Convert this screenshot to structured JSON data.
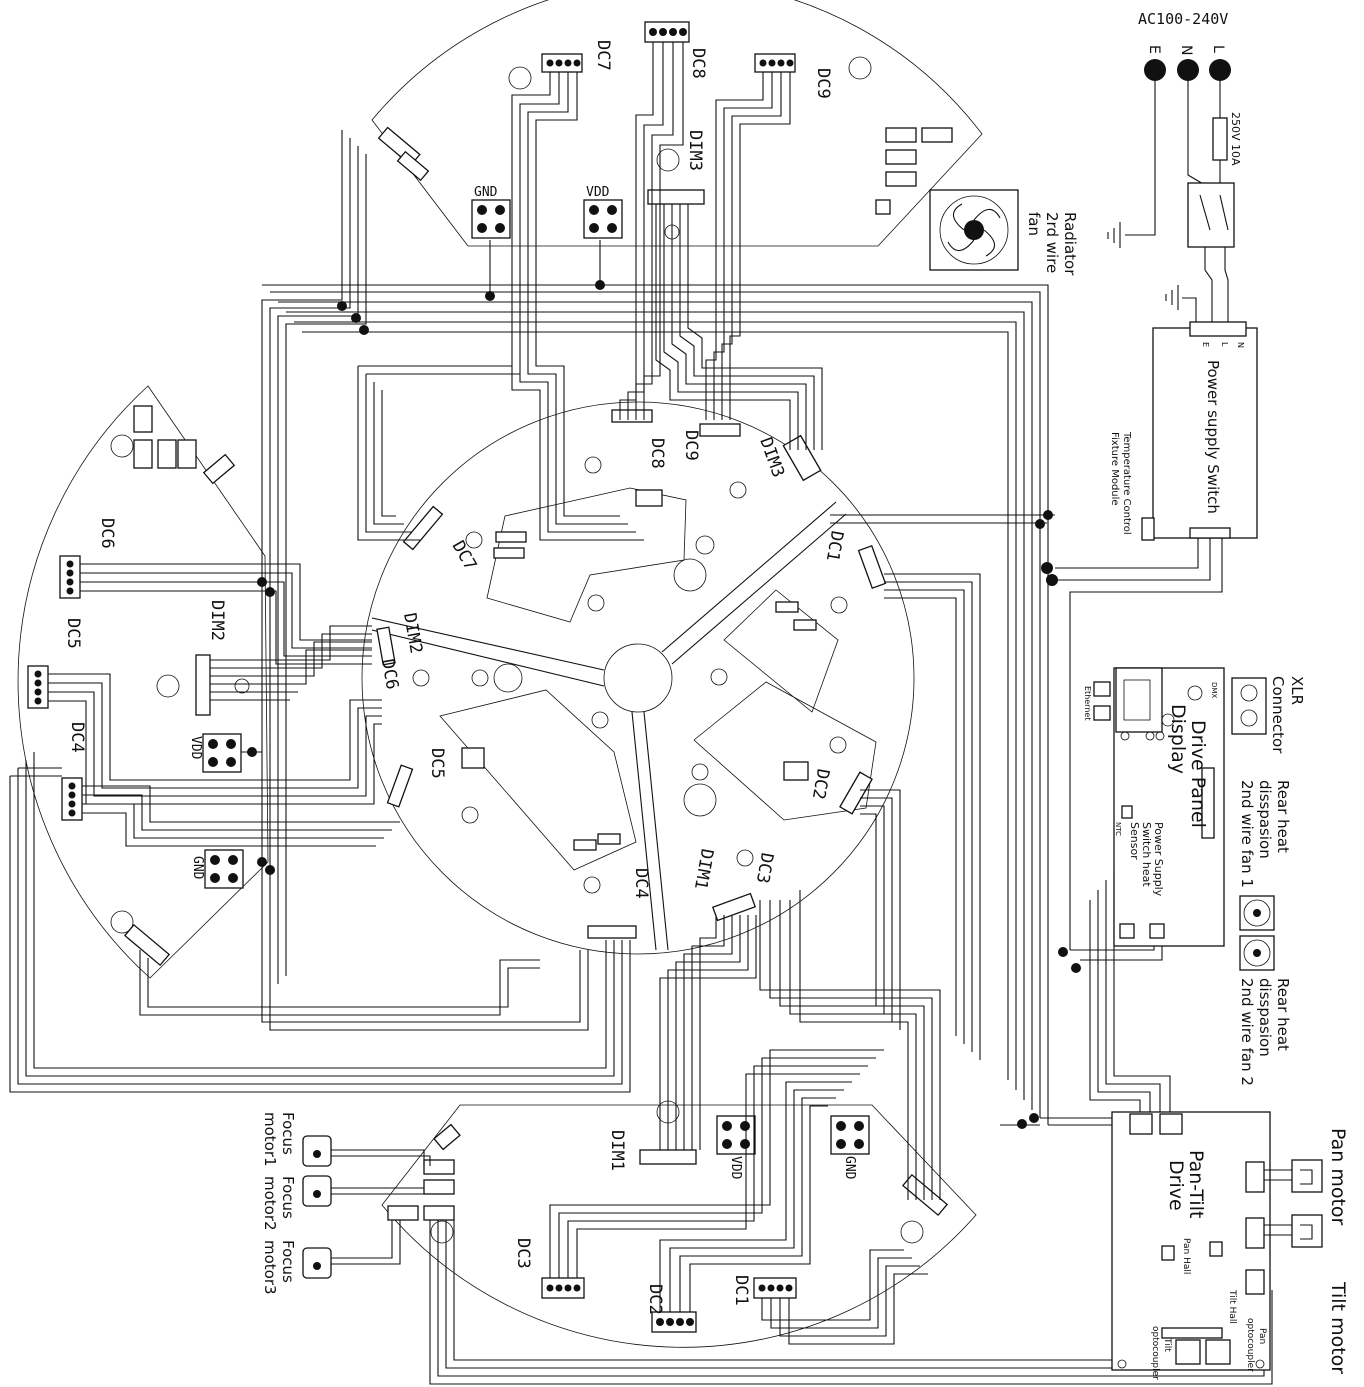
{
  "mains": {
    "title": "AC100-240V",
    "pins": [
      "E",
      "N",
      "L"
    ],
    "fuse": "250V 10A"
  },
  "psu": {
    "label": "Power supply Switch",
    "terminals": [
      "E",
      "L",
      "N"
    ],
    "temp_label_1": "Fixture Module",
    "temp_label_2": "Temperature Control"
  },
  "top_board": {
    "dc": [
      "DC7",
      "DC8",
      "DC9"
    ],
    "dim": "DIM3",
    "gnd": "GND",
    "vdd": "VDD",
    "fan": [
      "Radiator",
      "2rd wire",
      "fan"
    ]
  },
  "left_board": {
    "dc": [
      "DC6",
      "DC5",
      "DC4"
    ],
    "dim": "DIM2",
    "vdd": "VDD",
    "gnd": "GND"
  },
  "bottom_board": {
    "dc": [
      "DC3",
      "DC2",
      "DC1"
    ],
    "dim": "DIM1",
    "vdd": "VDD",
    "gnd": "GND"
  },
  "center_board": {
    "labels": [
      "DC8",
      "DC9",
      "DIM3",
      "DC7",
      "DC1",
      "DIM2",
      "DC6",
      "DC5",
      "DC4",
      "DIM1",
      "DC3",
      "DC2"
    ]
  },
  "display_panel": {
    "title_1": "Display",
    "title_2": "Drive Panel",
    "xlr": [
      "XLR",
      "Connector"
    ],
    "ethernet": "Ethernet",
    "dmx": "DMX",
    "note_1": "Power Supply",
    "note_2": "Switch heat",
    "note_3": "Sensor",
    "ntc": "NTC"
  },
  "rear_fans": {
    "fan1": [
      "Rear heat",
      "disspasion",
      "2nd wire fan 1"
    ],
    "fan2": [
      "Rear heat",
      "disspasion",
      "2nd wire fan 2"
    ]
  },
  "pantilt": {
    "title_1": "Pan-Tilt",
    "title_2": "Drive",
    "pan_motor": "Pan motor",
    "tilt_motor": "Tilt motor",
    "pan_hall": "Pan Hall",
    "tilt_hall": "Tilt Hall",
    "tilt_opto_1": "Tilt",
    "tilt_opto_2": "optocoupler",
    "pan_opto_1": "Pan",
    "pan_opto_2": "optocoupler"
  },
  "focus": {
    "m1": [
      "Focus",
      "motor1"
    ],
    "m2": [
      "Focus",
      "motor2"
    ],
    "m3": [
      "Focus",
      "motor3"
    ]
  }
}
